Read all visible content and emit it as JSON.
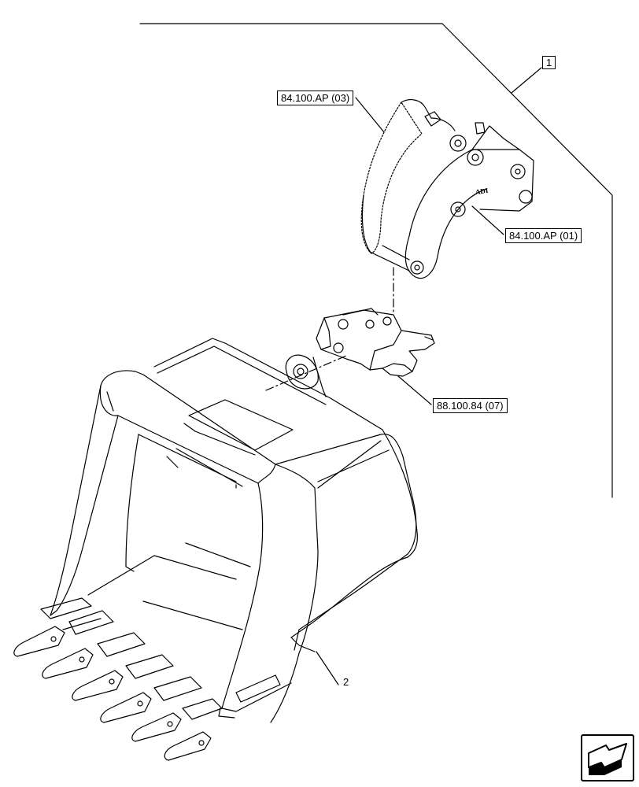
{
  "callouts": {
    "ref_ap03": "84.100.AP (03)",
    "ref_ap01": "84.100.AP (01)",
    "ref_84_07": "88.100.84 (07)"
  },
  "items": {
    "item1": "1",
    "item2": "2"
  },
  "coupler_marking": "ADI",
  "nav": {
    "icon": "arrow-icon"
  }
}
